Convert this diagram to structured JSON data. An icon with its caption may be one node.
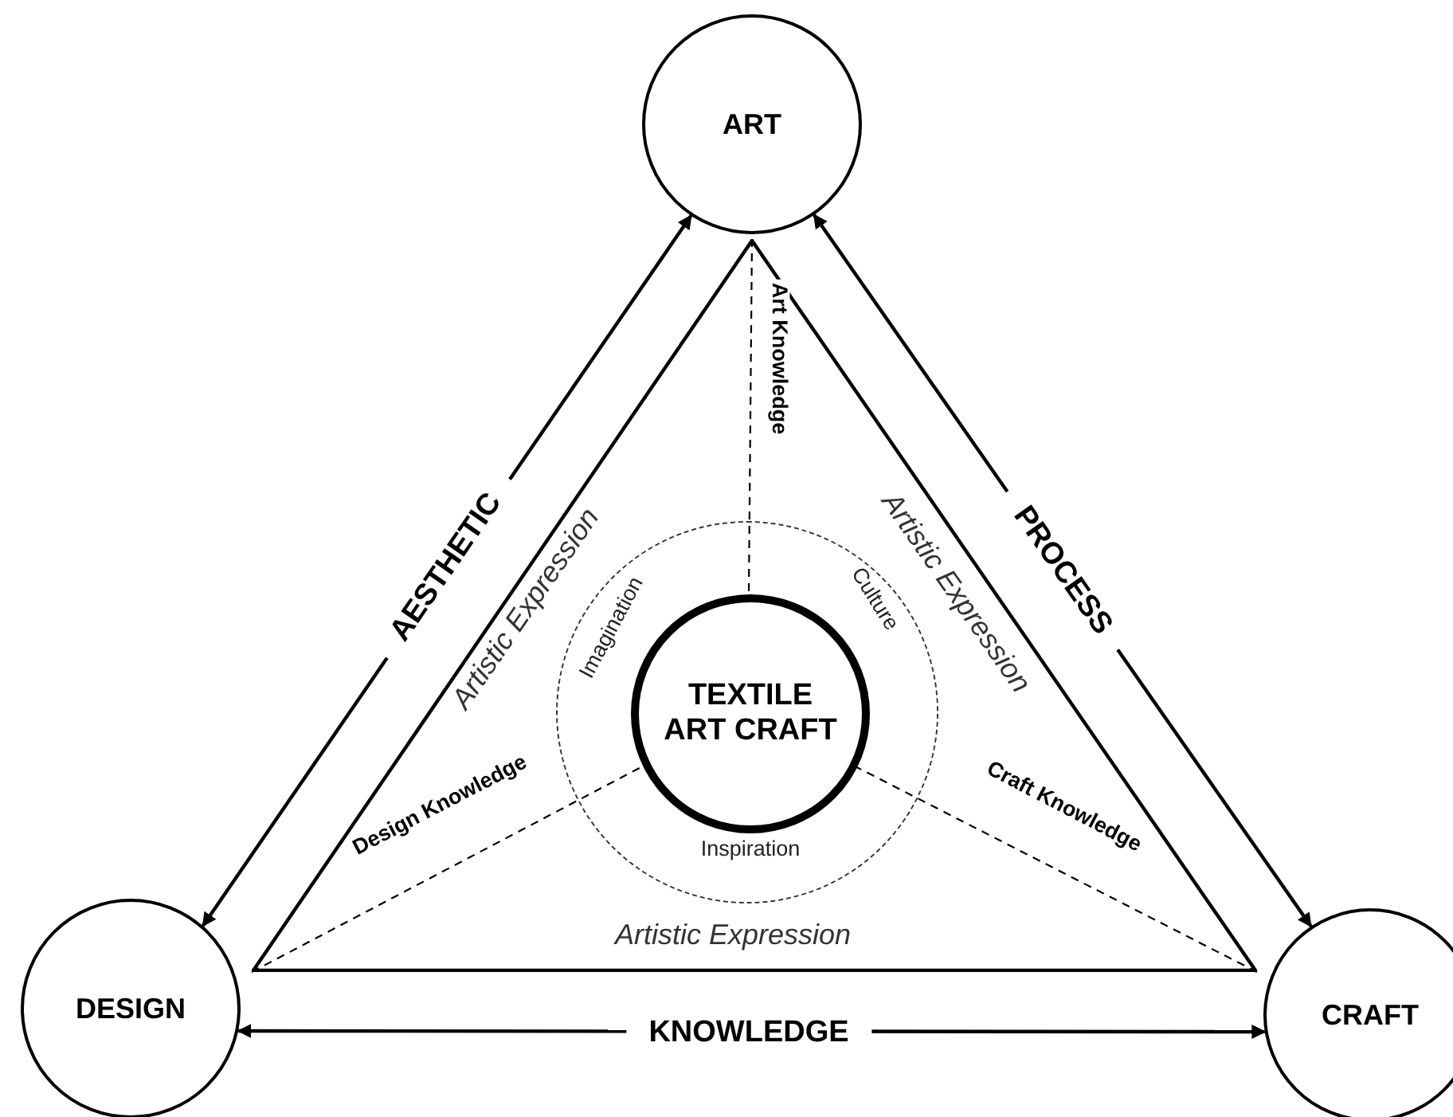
{
  "diagram": {
    "nodes": [
      {
        "text": [
          "ART"
        ]
      },
      {
        "text": [
          "DESIGN"
        ]
      },
      {
        "text": [
          "CRAFT"
        ]
      },
      {
        "text": [
          "Artistic Expression",
          "Artistic Expression",
          "Artistic Expression"
        ]
      },
      {
        "text": [
          "Imagination",
          "Culture",
          "Inspiration"
        ],
        "in": 3
      },
      {
        "text": [
          "TEXTILE ART CRAFT"
        ],
        "in": 4
      }
    ],
    "edges": [
      {
        "from": 1,
        "to": 0,
        "arrow": "both",
        "label": "AESTHETIC"
      },
      {
        "from": 0,
        "to": 2,
        "arrow": "both",
        "label": "PROCESS"
      },
      {
        "from": 1,
        "to": 2,
        "arrow": "both",
        "label": "KNOWLEDGE"
      },
      {
        "from": 3,
        "to": 5,
        "arrow": "none",
        "label": "Art Knowledge",
        "style": "dashed"
      },
      {
        "from": 3,
        "to": 5,
        "arrow": "none",
        "label": "Design Knowledge",
        "style": "dashed"
      },
      {
        "from": 3,
        "to": 5,
        "arrow": "none",
        "label": "Craft Knowledge",
        "style": "dashed"
      }
    ]
  }
}
